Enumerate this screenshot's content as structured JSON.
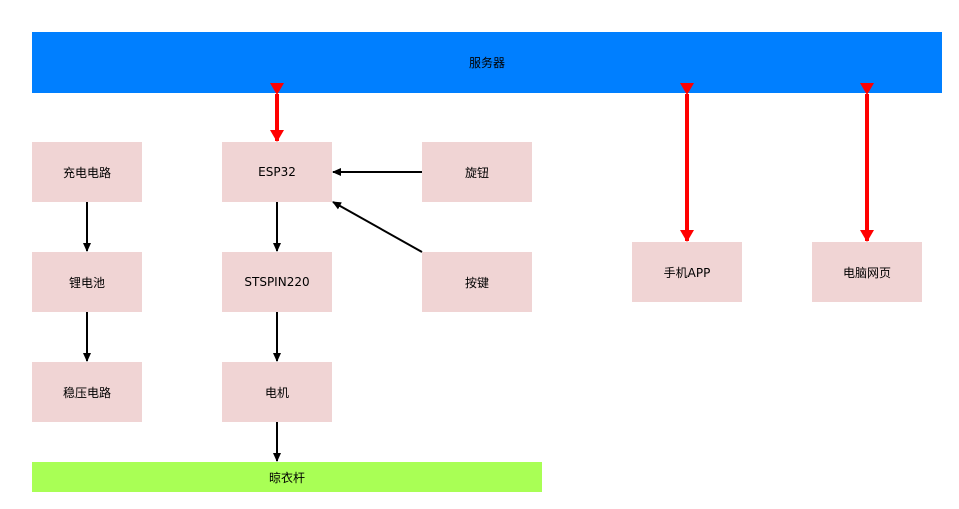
{
  "diagram": {
    "server": "服务器",
    "clothes_rack": "晾衣杆",
    "charging_circuit": "充电电路",
    "lithium_battery": "锂电池",
    "voltage_regulator": "稳压电路",
    "esp32": "ESP32",
    "motor_driver": "STSPIN220",
    "motor": "电机",
    "knob": "旋钮",
    "button": "按键",
    "phone_app": "手机APP",
    "web_page": "电脑网页"
  },
  "colors": {
    "server_fill": "#007fff",
    "rack_fill": "#a9ff55",
    "box_fill": "#f0d4d4",
    "edge_black": "#000000",
    "edge_red": "#ff0000"
  },
  "edges": [
    {
      "from": "charging_circuit",
      "to": "lithium_battery",
      "style": "black-arrow"
    },
    {
      "from": "lithium_battery",
      "to": "voltage_regulator",
      "style": "black-arrow"
    },
    {
      "from": "esp32",
      "to": "motor_driver",
      "style": "black-arrow"
    },
    {
      "from": "motor_driver",
      "to": "motor",
      "style": "black-arrow"
    },
    {
      "from": "motor",
      "to": "clothes_rack",
      "style": "black-arrow"
    },
    {
      "from": "knob",
      "to": "esp32",
      "style": "black-arrow"
    },
    {
      "from": "button",
      "to": "esp32",
      "style": "black-arrow"
    },
    {
      "from": "server",
      "to": "esp32",
      "style": "red-bidirectional"
    },
    {
      "from": "server",
      "to": "phone_app",
      "style": "red-bidirectional"
    },
    {
      "from": "server",
      "to": "web_page",
      "style": "red-bidirectional"
    }
  ]
}
